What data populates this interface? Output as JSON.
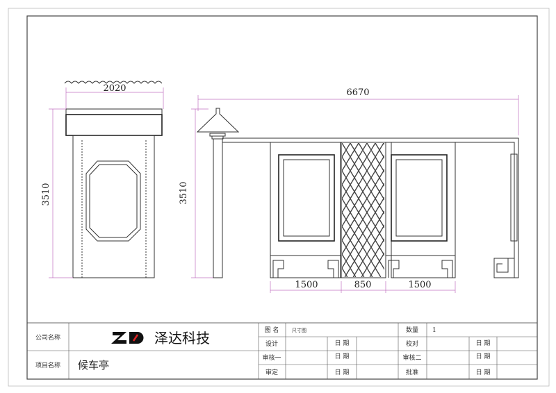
{
  "drawing": {
    "side_width": "2020",
    "side_height": "3510",
    "front_width": "6670",
    "front_height": "3510",
    "panel_left": "1500",
    "panel_center": "850",
    "panel_right": "1500"
  },
  "title_block": {
    "company_label": "公司名称",
    "company_logo": "ZD",
    "company_name": "泽达科技",
    "project_label": "项目名称",
    "project_name": "候车亭",
    "drawing_name_label": "图 名",
    "drawing_name": "尺寸图",
    "quantity_label": "数量",
    "quantity": "1",
    "design_label": "设计",
    "check_label": "校对",
    "review1_label": "审核一",
    "review2_label": "审核二",
    "approve_label": "审定",
    "ratify_label": "批准",
    "date_label": "日 期"
  },
  "colors": {
    "dimension": "#c070c0",
    "line": "#333333"
  }
}
